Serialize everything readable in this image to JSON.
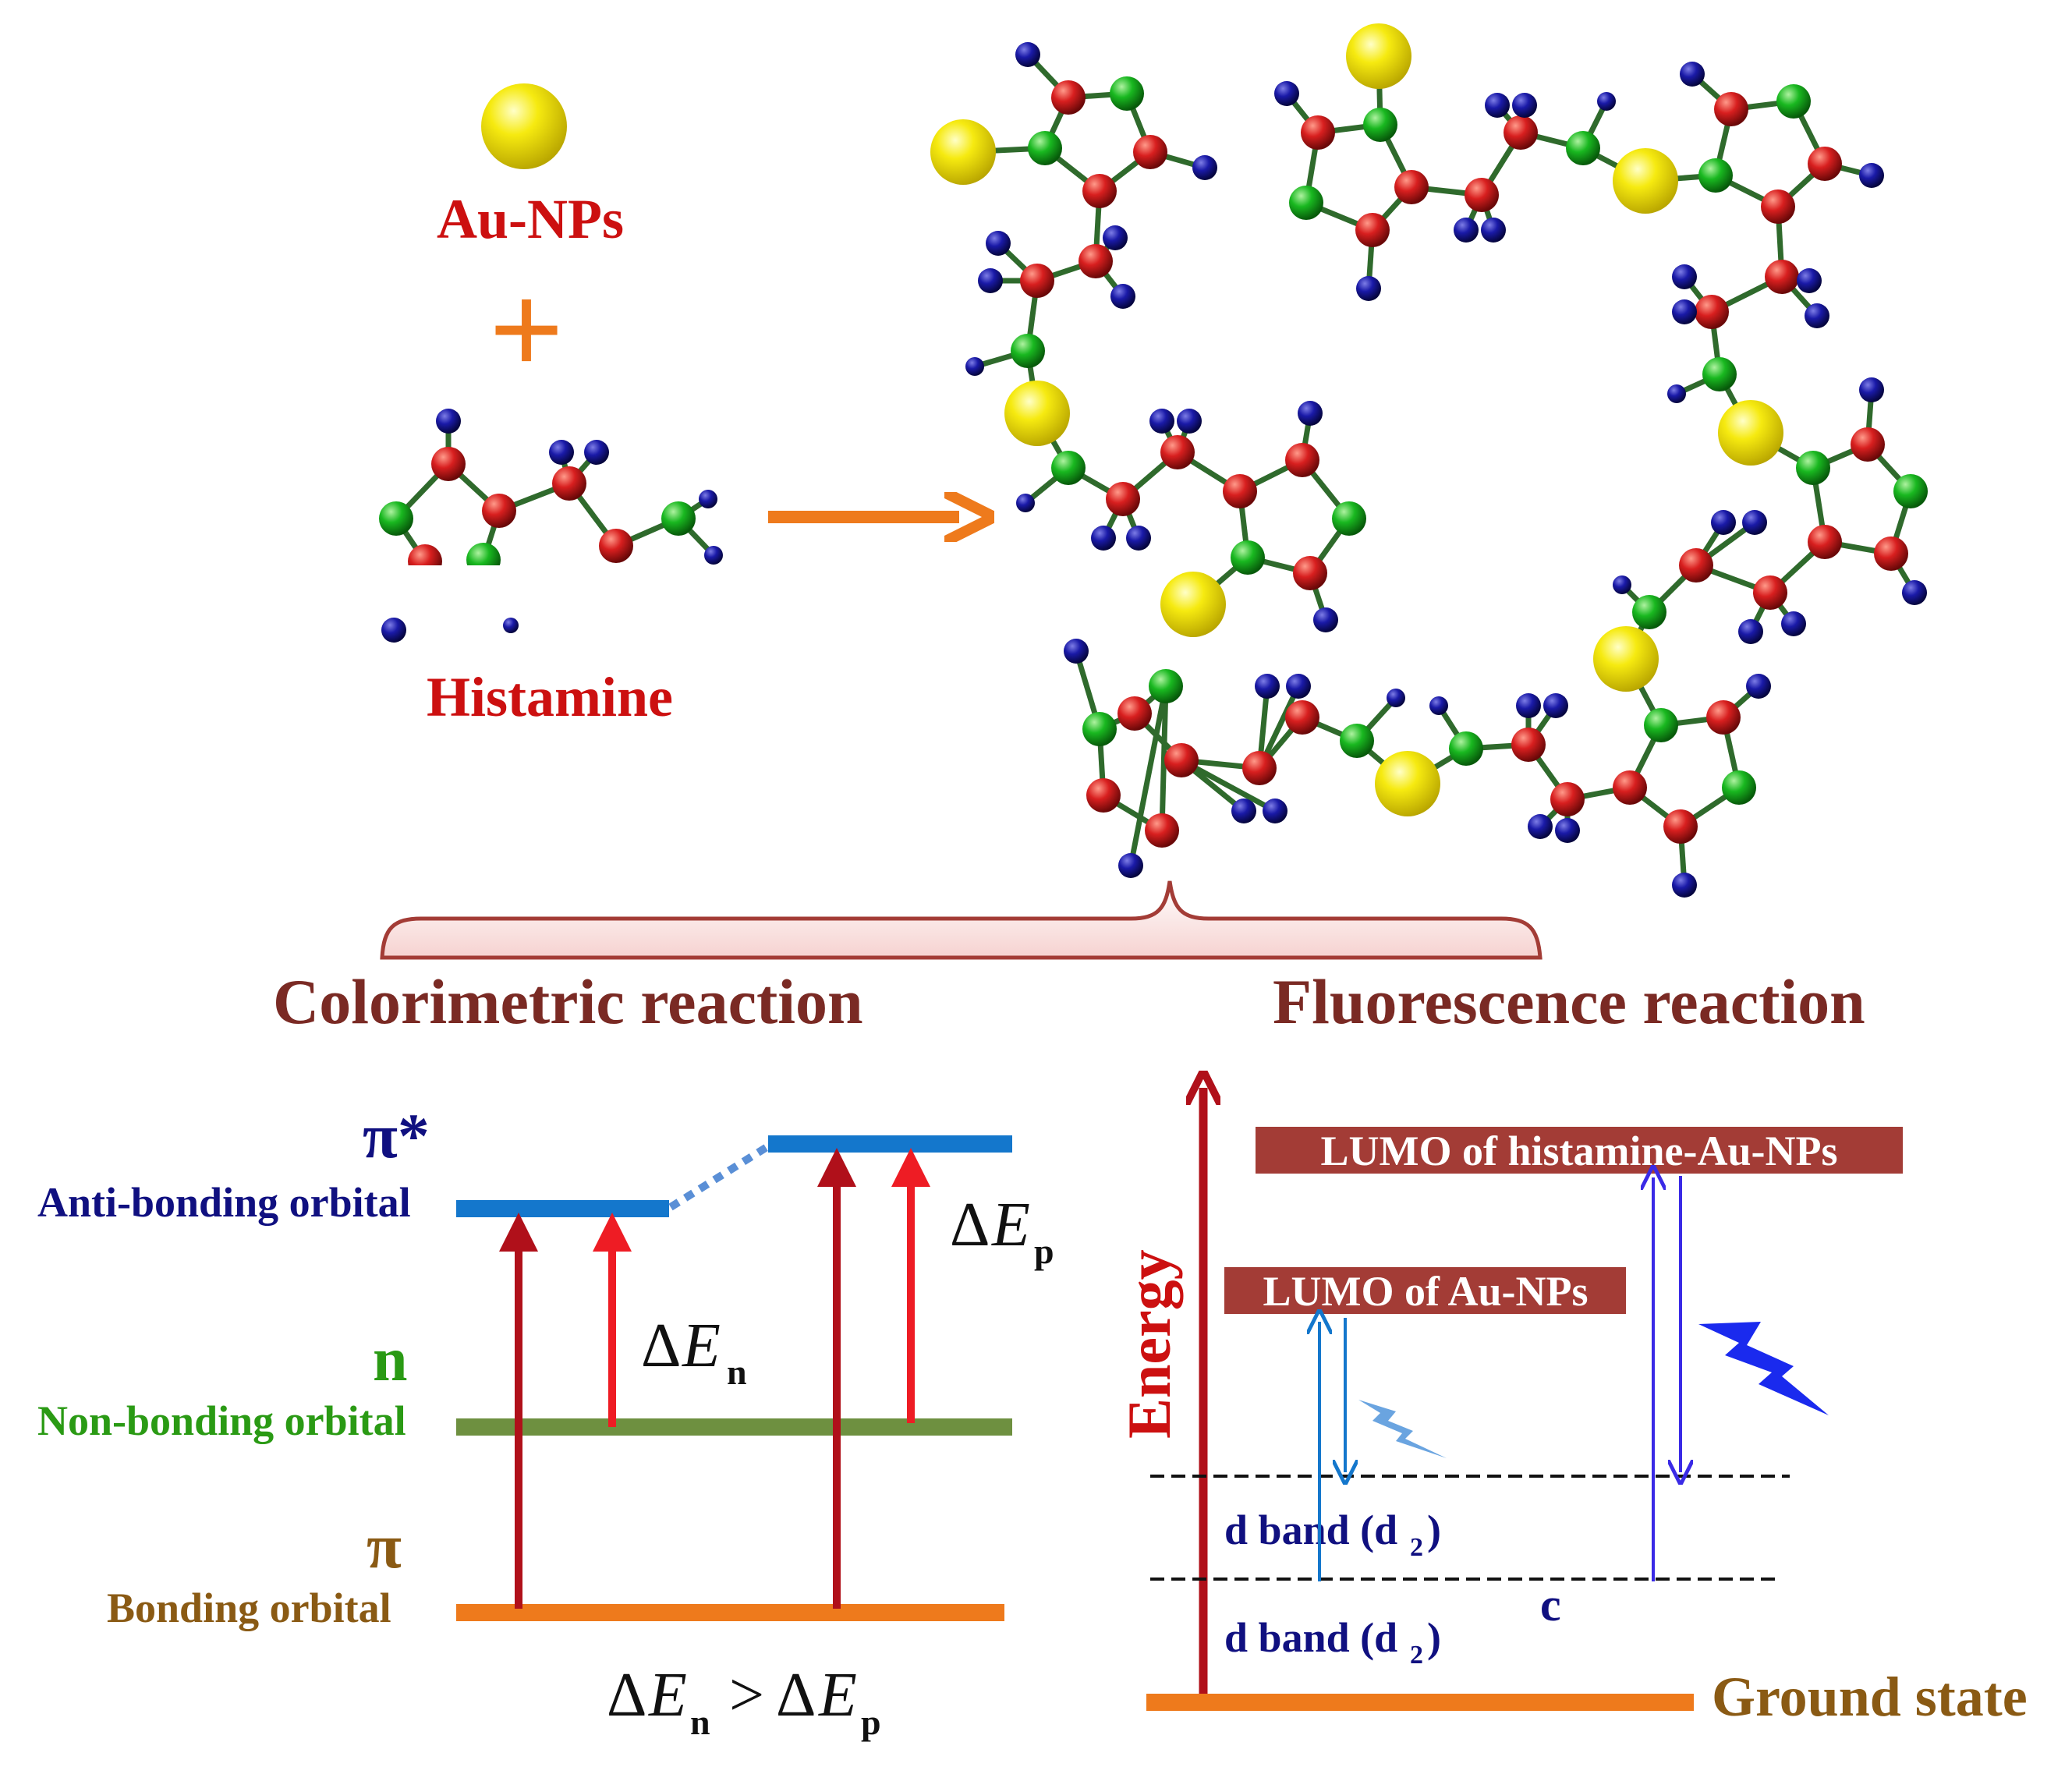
{
  "top": {
    "au_label": "Au-NPs",
    "plus": "+",
    "histamine_label": "Histamine"
  },
  "sections": {
    "colorimetric": "Colorimetric reaction",
    "fluorescence": "Fluorescence reaction"
  },
  "left": {
    "pi_star": "π*",
    "anti_bonding": "Anti-bonding orbital",
    "n": "n",
    "non_bonding": "Non-bonding orbital",
    "pi": "π",
    "bonding": "Bonding orbital",
    "dE_n_delta": "Δ",
    "dE_n_E": "E",
    "dE_n_sub": "n",
    "dE_p_delta": "Δ",
    "dE_p_E": "E",
    "dE_p_sub": "p",
    "compare_gt": ">",
    "compare_delta": "Δ",
    "compare_E": "E"
  },
  "right": {
    "energy": "Energy",
    "lumo_hist": "LUMO of histamine-Au-NPs",
    "lumo_au": "LUMO of Au-NPs",
    "d_band": "d band (d",
    "d_sub": "2",
    "d_close": ")",
    "c": "c",
    "ground": "Ground state"
  },
  "colors": {
    "atom_red": "#d81f1f",
    "atom_green": "#19b820",
    "atom_blue": "#14149a",
    "gold": "#f2e400",
    "orange": "#ee7a1c",
    "dark_red": "#b0101a",
    "label_red": "#cc1010",
    "brown": "#7a2a24",
    "navy": "#101080",
    "blue_line": "#1477cc",
    "green_line": "#6e9040",
    "lumo_box": "#a33c36"
  }
}
